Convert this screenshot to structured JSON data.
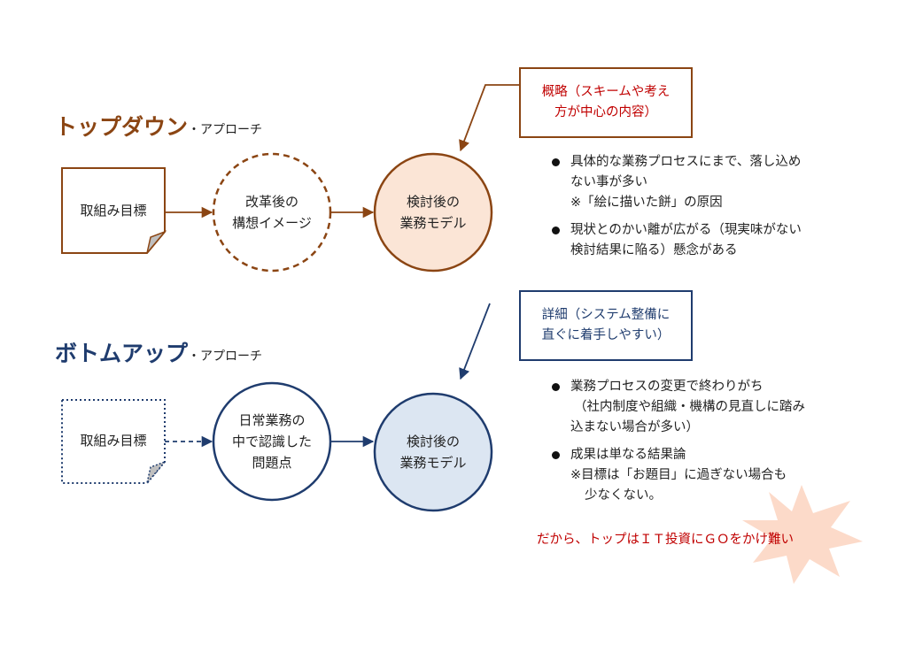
{
  "colors": {
    "top_accent": "#8b4513",
    "top_circle_fill": "#fbe5d6",
    "bottom_accent": "#1f3c6e",
    "bottom_circle_fill": "#dce6f2",
    "red_text": "#c00000",
    "note_fold": "#bfbfbf",
    "burst": "#fbd3c0"
  },
  "top": {
    "title": "トップダウン",
    "subtitle": "・アプローチ",
    "goal": "取組み目標",
    "plan": [
      "改革後の",
      "構想イメージ"
    ],
    "model": [
      "検討後の",
      "業務モデル"
    ],
    "callout": [
      "概略（スキームや考え",
      "方が中心の内容）"
    ],
    "bullets": [
      {
        "lines": [
          "具体的な業務プロセスにまで、落し込め",
          "ない事が多い",
          "※「絵に描いた餅」の原因"
        ]
      },
      {
        "lines": [
          "現状とのかい離が広がる（現実味がない",
          "検討結果に陥る）懸念がある"
        ]
      }
    ]
  },
  "bottom": {
    "title": "ボトムアップ",
    "subtitle": "・アプローチ",
    "goal": "取組み目標",
    "issues": [
      "日常業務の",
      "中で認識した",
      "問題点"
    ],
    "model": [
      "検討後の",
      "業務モデル"
    ],
    "callout": [
      "詳細（システム整備に",
      "直ぐに着手しやすい）"
    ],
    "bullets": [
      {
        "lines": [
          "業務プロセスの変更で終わりがち",
          "（社内制度や組織・機構の見直しに踏み",
          "込まない場合が多い）"
        ]
      },
      {
        "lines": [
          "成果は単なる結果論",
          "※目標は「お題目」に過ぎない場合も",
          "少なくない。"
        ]
      }
    ]
  },
  "conclusion": "だから、トップはＩＴ投資にＧＯをかけ難い"
}
